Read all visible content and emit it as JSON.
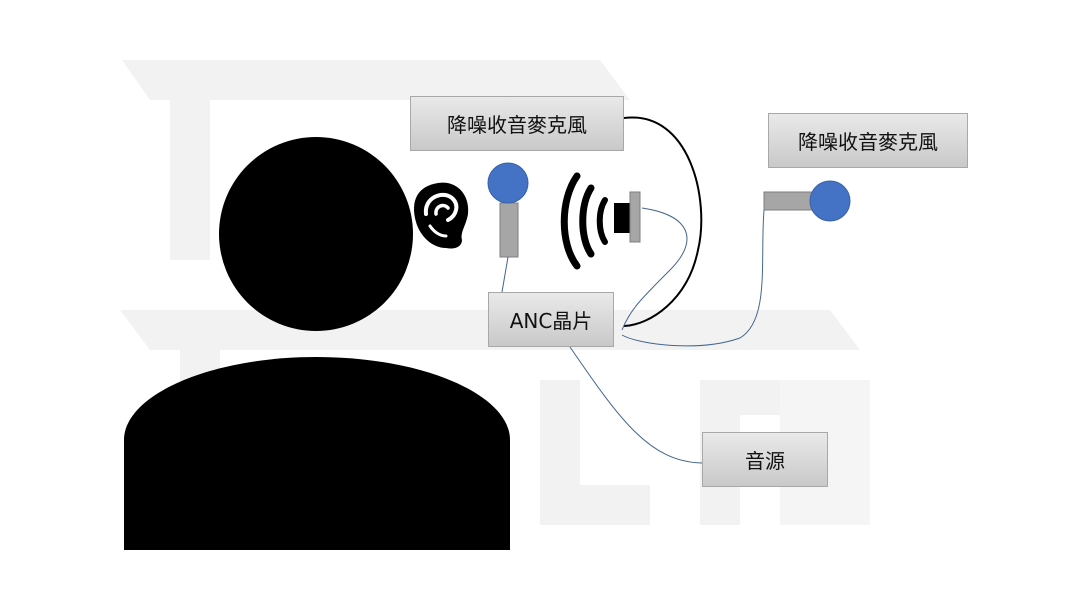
{
  "labels": {
    "inner_mic": "降噪收音麥克風",
    "outer_mic": "降噪收音麥克風",
    "anc_chip": "ANC晶片",
    "audio_source": "音源"
  },
  "colors": {
    "silhouette": "#000000",
    "mic_head": "#4472c4",
    "mic_stem": "#a6a6a6",
    "wire_blue": "#44668e",
    "wire_black": "#000000",
    "label_fill": "#d6d6d6",
    "watermark": "#f1f1f1"
  },
  "icons": [
    "person-silhouette-icon",
    "ear-icon",
    "microphone-icon",
    "speaker-icon",
    "sound-waves-icon"
  ]
}
